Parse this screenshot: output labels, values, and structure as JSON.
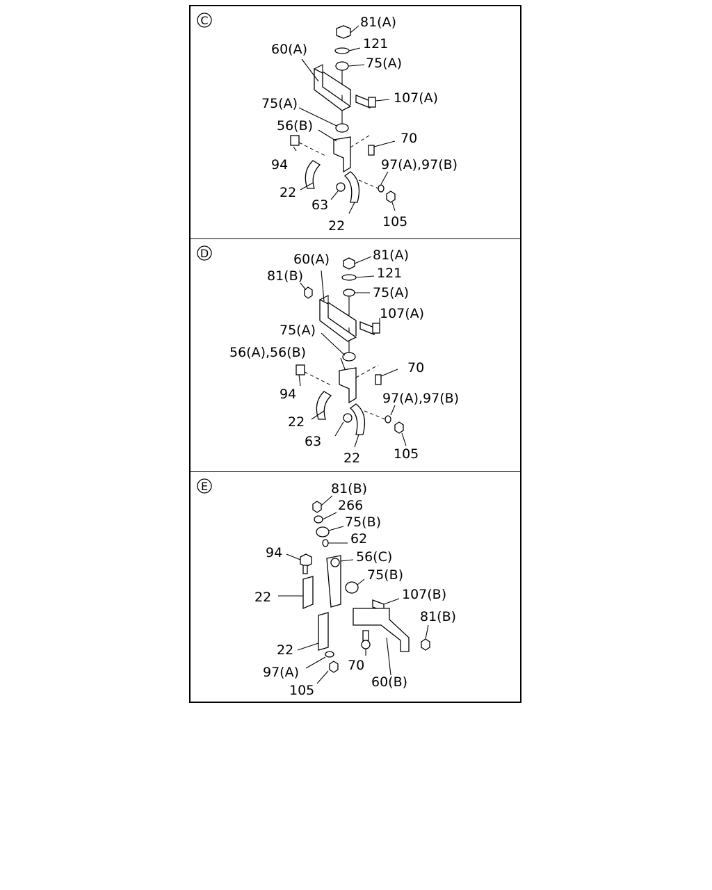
{
  "sections": [
    {
      "id": "C",
      "labels": [
        "81(A)",
        "121",
        "60(A)",
        "75(A)",
        "107(A)",
        "75(A)",
        "56(B)",
        "70",
        "94",
        "97(A),97(B)",
        "22",
        "63",
        "105",
        "22"
      ]
    },
    {
      "id": "D",
      "labels": [
        "81(A)",
        "60(A)",
        "121",
        "81(B)",
        "75(A)",
        "107(A)",
        "75(A)",
        "56(A),56(B)",
        "70",
        "94",
        "97(A),97(B)",
        "22",
        "63",
        "105",
        "22"
      ]
    },
    {
      "id": "E",
      "labels": [
        "81(B)",
        "266",
        "75(B)",
        "62",
        "94",
        "56(C)",
        "75(B)",
        "107(B)",
        "22",
        "81(B)",
        "22",
        "97(A)",
        "70",
        "60(B)",
        "105"
      ]
    }
  ]
}
